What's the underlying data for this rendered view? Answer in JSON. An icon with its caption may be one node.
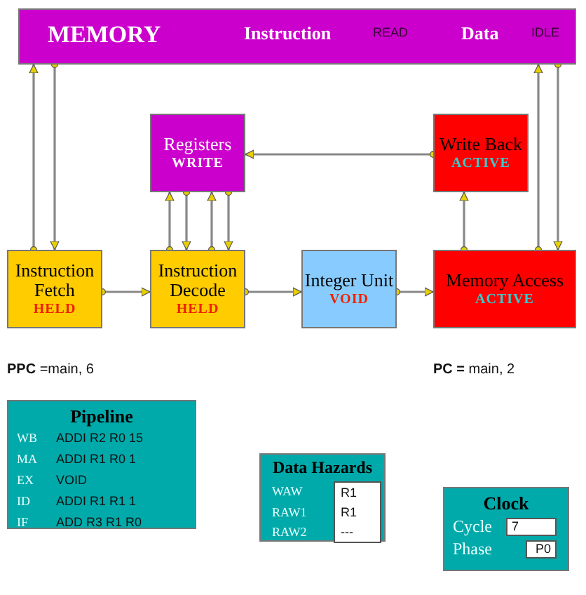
{
  "diagram": {
    "nodes": [
      {
        "text": [
          "MEMORY",
          "Instruction",
          "READ",
          "Data",
          "IDLE"
        ]
      },
      {
        "text": [
          "Registers",
          "WRITE"
        ]
      },
      {
        "text": [
          "Write Back",
          "ACTIVE"
        ]
      },
      {
        "text": [
          "Instruction Fetch",
          "HELD"
        ]
      },
      {
        "text": [
          "Instruction Decode",
          "HELD"
        ]
      },
      {
        "text": [
          "Integer Unit",
          "VOID"
        ]
      },
      {
        "text": [
          "Memory Access",
          "ACTIVE"
        ]
      },
      {
        "text": [
          "Pipeline",
          "WB",
          "ADDI R2 R0 15",
          "MA",
          "ADDI R1 R0 1",
          "EX",
          "VOID",
          "ID",
          "ADDI R1 R1 1",
          "IF",
          "ADD R3 R1 R0"
        ]
      },
      {
        "text": [
          "Data Hazards",
          "WAW",
          "R1",
          "RAW1",
          "R1",
          "RAW2",
          "---"
        ]
      },
      {
        "text": [
          "Clock",
          "Cycle",
          "7",
          "Phase",
          "P0"
        ]
      }
    ],
    "edges": [
      {
        "from": 3,
        "to": 0,
        "arrow": "to"
      },
      {
        "from": 0,
        "to": 3,
        "arrow": "to"
      },
      {
        "from": 4,
        "to": 1,
        "arrow": "to"
      },
      {
        "from": 1,
        "to": 4,
        "arrow": "to"
      },
      {
        "from": 4,
        "to": 1,
        "arrow": "to"
      },
      {
        "from": 1,
        "to": 4,
        "arrow": "to"
      },
      {
        "from": 2,
        "to": 1,
        "arrow": "to"
      },
      {
        "from": 6,
        "to": 2,
        "arrow": "to"
      },
      {
        "from": 6,
        "to": 0,
        "arrow": "to"
      },
      {
        "from": 0,
        "to": 6,
        "arrow": "to"
      },
      {
        "from": 3,
        "to": 4,
        "arrow": "to"
      },
      {
        "from": 4,
        "to": 5,
        "arrow": "to"
      },
      {
        "from": 5,
        "to": 6,
        "arrow": "to"
      }
    ],
    "labels": [
      "**PPC** =main, 6",
      "**PC =** main, 2"
    ]
  }
}
